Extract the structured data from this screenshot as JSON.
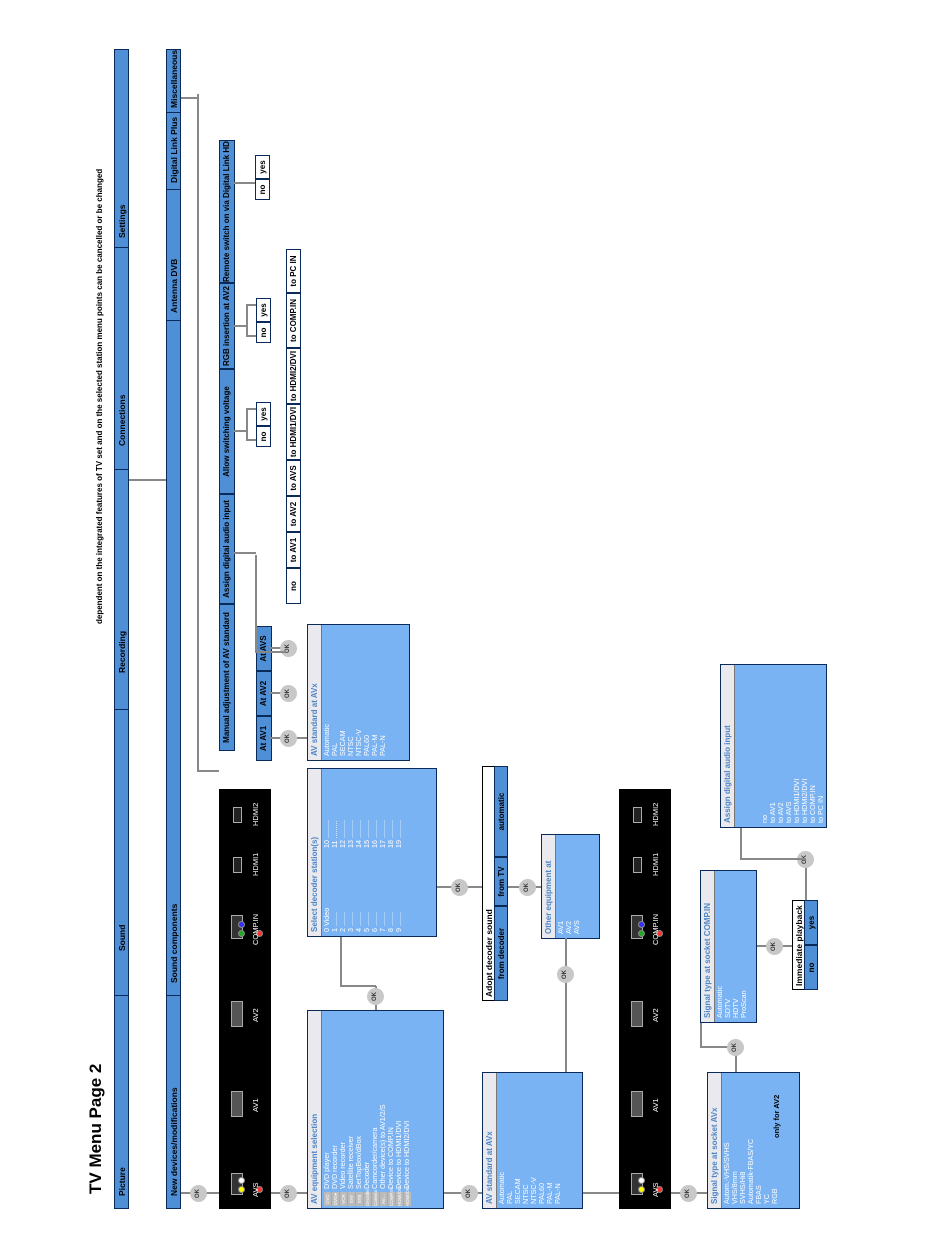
{
  "title": "TV Menu Page 2",
  "note": "dependent on the integrated features of TV set and on the selected station menu points can be cancelled or be changed",
  "ok": "OK",
  "menu": [
    "Picture",
    "Sound",
    "Recording",
    "Connections",
    "Settings"
  ],
  "submenu": [
    "New devices/modifications",
    "Sound components",
    "Antenna DVB",
    "Digital Link Plus",
    "Miscellaneous"
  ],
  "connections": [
    "Manual adjustment of AV standard",
    "Assign digital audio input",
    "Allow switching voltage",
    "RGB insertion at AV2",
    "Remote switch on via Digital Link HD"
  ],
  "av_ports": [
    "At AV1",
    "At AV2",
    "At AVS"
  ],
  "audio_targets": [
    "no",
    "to AV1",
    "to AV2",
    "to AVS",
    "to HDMI1/DVI",
    "to HDMI2/DVI",
    "to COMP.IN",
    "to PC IN"
  ],
  "no": "no",
  "yes": "yes",
  "sockets": [
    "AVS",
    "AV1",
    "AV2",
    "COMP.IN",
    "HDMI1",
    "HDMI2"
  ],
  "av_standard_panel": {
    "title": "AV standard at  AVx",
    "items": [
      "Automatic",
      "PAL",
      "SECAM",
      "NTSC",
      "NTSC-V",
      "PAL60",
      "PAL-M",
      "PAL-N"
    ]
  },
  "av_standard_panel2": {
    "title": "AV standard at AVx",
    "items": [
      "Automatic",
      "PAL",
      "SECAM",
      "NTSC",
      "NTSC-V",
      "PAL60",
      "PAL-M",
      "PAL-N"
    ]
  },
  "equipment_panel": {
    "title": "AV equipment selection",
    "tags": [
      "DVD",
      "DVD●",
      "VCR",
      "SAT",
      "STB",
      "Decoder",
      "Camera",
      "AV…",
      "COMP.IN",
      "HDMI/DVI",
      "HDMI/DVI"
    ],
    "items": [
      "DVD player",
      "DVD recorder",
      "Video recorder",
      "Satellite receiver",
      "SetTopBox/dBox",
      "Decoder",
      "Camcorder/camera",
      "Other device(s) to AV1/2/S",
      "Device to COMP.IN",
      "Device to HDMI1/DVI",
      "Device to HDMI2/DVI"
    ]
  },
  "decoder_panel": {
    "title": "Select decoder station(s)",
    "left": [
      "0  Video",
      "1  .......",
      "2  .......",
      "3  .......",
      "4  .......",
      "5  .......",
      "6  .......",
      "7  .......",
      "8  .......",
      "9  ......."
    ],
    "right": [
      "10  .........",
      "11  .........",
      "12  .........",
      "13  .........",
      "14  .........",
      "15  .........",
      "16  .........",
      "17  .........",
      "18  .........",
      "19  ........."
    ]
  },
  "adopt": {
    "title": "Adopt decoder sound",
    "options": [
      "from decoder",
      "from TV",
      "automatic"
    ]
  },
  "other_equipment": {
    "title": "Other equipment at",
    "items": [
      "AV1",
      "AV2",
      "AVS"
    ]
  },
  "signal_type": {
    "title": "Signal type at socket AVx",
    "items": [
      "Autom.-VHS/SVHS",
      "VHS/8mm",
      "SVHS/Hi8",
      "Automatik-FBAS/YC",
      "FBAS",
      "YC",
      "RGB"
    ],
    "note": "only for AV2"
  },
  "comp_panel": {
    "title": "Signal type at socket COMP.IN",
    "items": [
      "Automatic",
      "SDTV",
      "HDTV",
      "ProScan"
    ]
  },
  "playback": {
    "title": "Immediate playback",
    "options": [
      "no",
      "yes"
    ]
  },
  "assign_panel": {
    "title": "Assign digital audio input",
    "items": [
      "no",
      "to AV1",
      "to AV2",
      "to AVS",
      "to HDMI1/DVI",
      "to HDMI2/DVI",
      "to COMP.IN",
      "to PC IN"
    ]
  }
}
